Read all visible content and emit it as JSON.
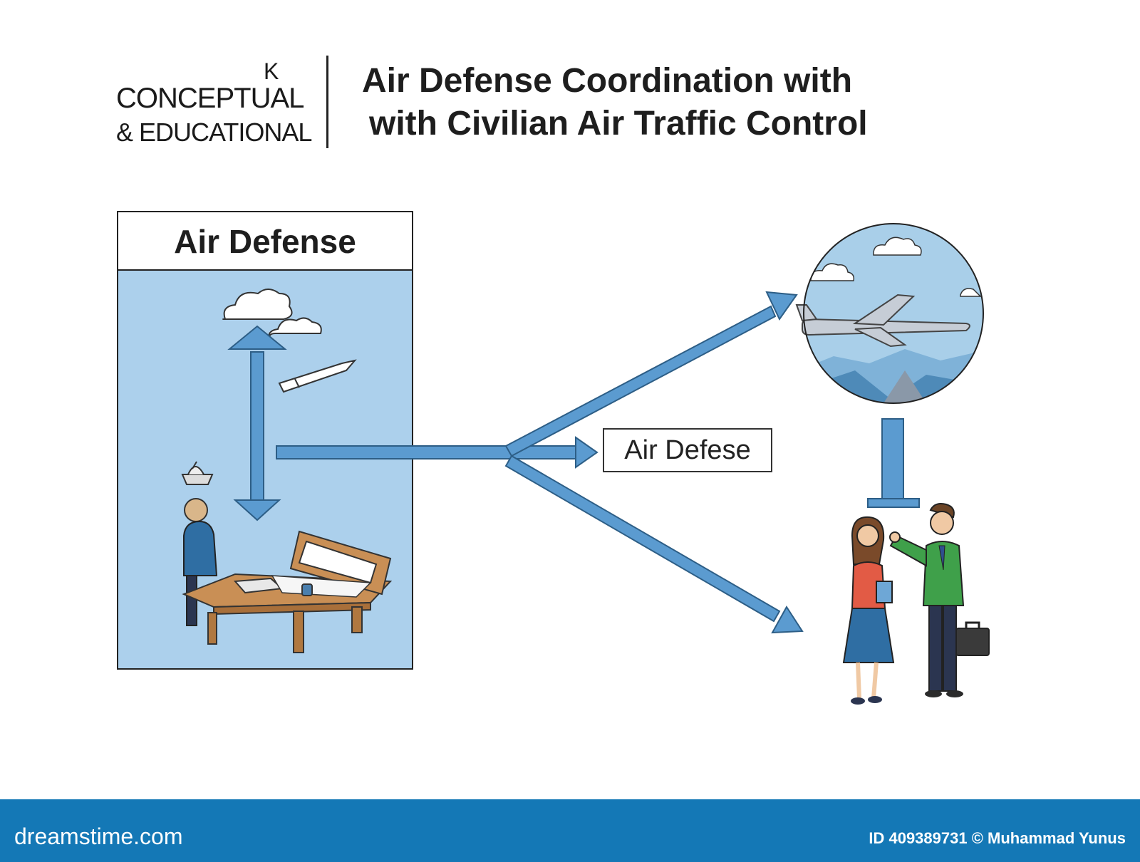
{
  "brand": {
    "mark": "K",
    "line1": "CONCEPTUAL",
    "line2": "& EDUCATIONAL"
  },
  "title": {
    "line1": "Air Defense Coordination with",
    "line2": "with Civilian Air Traffic Control"
  },
  "panel": {
    "heading": "Air Defense"
  },
  "middle_label": "Air Defese",
  "footer": {
    "site": "dreamstime.com",
    "credit": "ID 409389731 © Muhammad Yunus"
  },
  "colors": {
    "panel_fill": "#acd0ec",
    "arrow": "#5b9bd0",
    "footer_bar": "#1478b6",
    "sky": "#a9cfe9"
  }
}
